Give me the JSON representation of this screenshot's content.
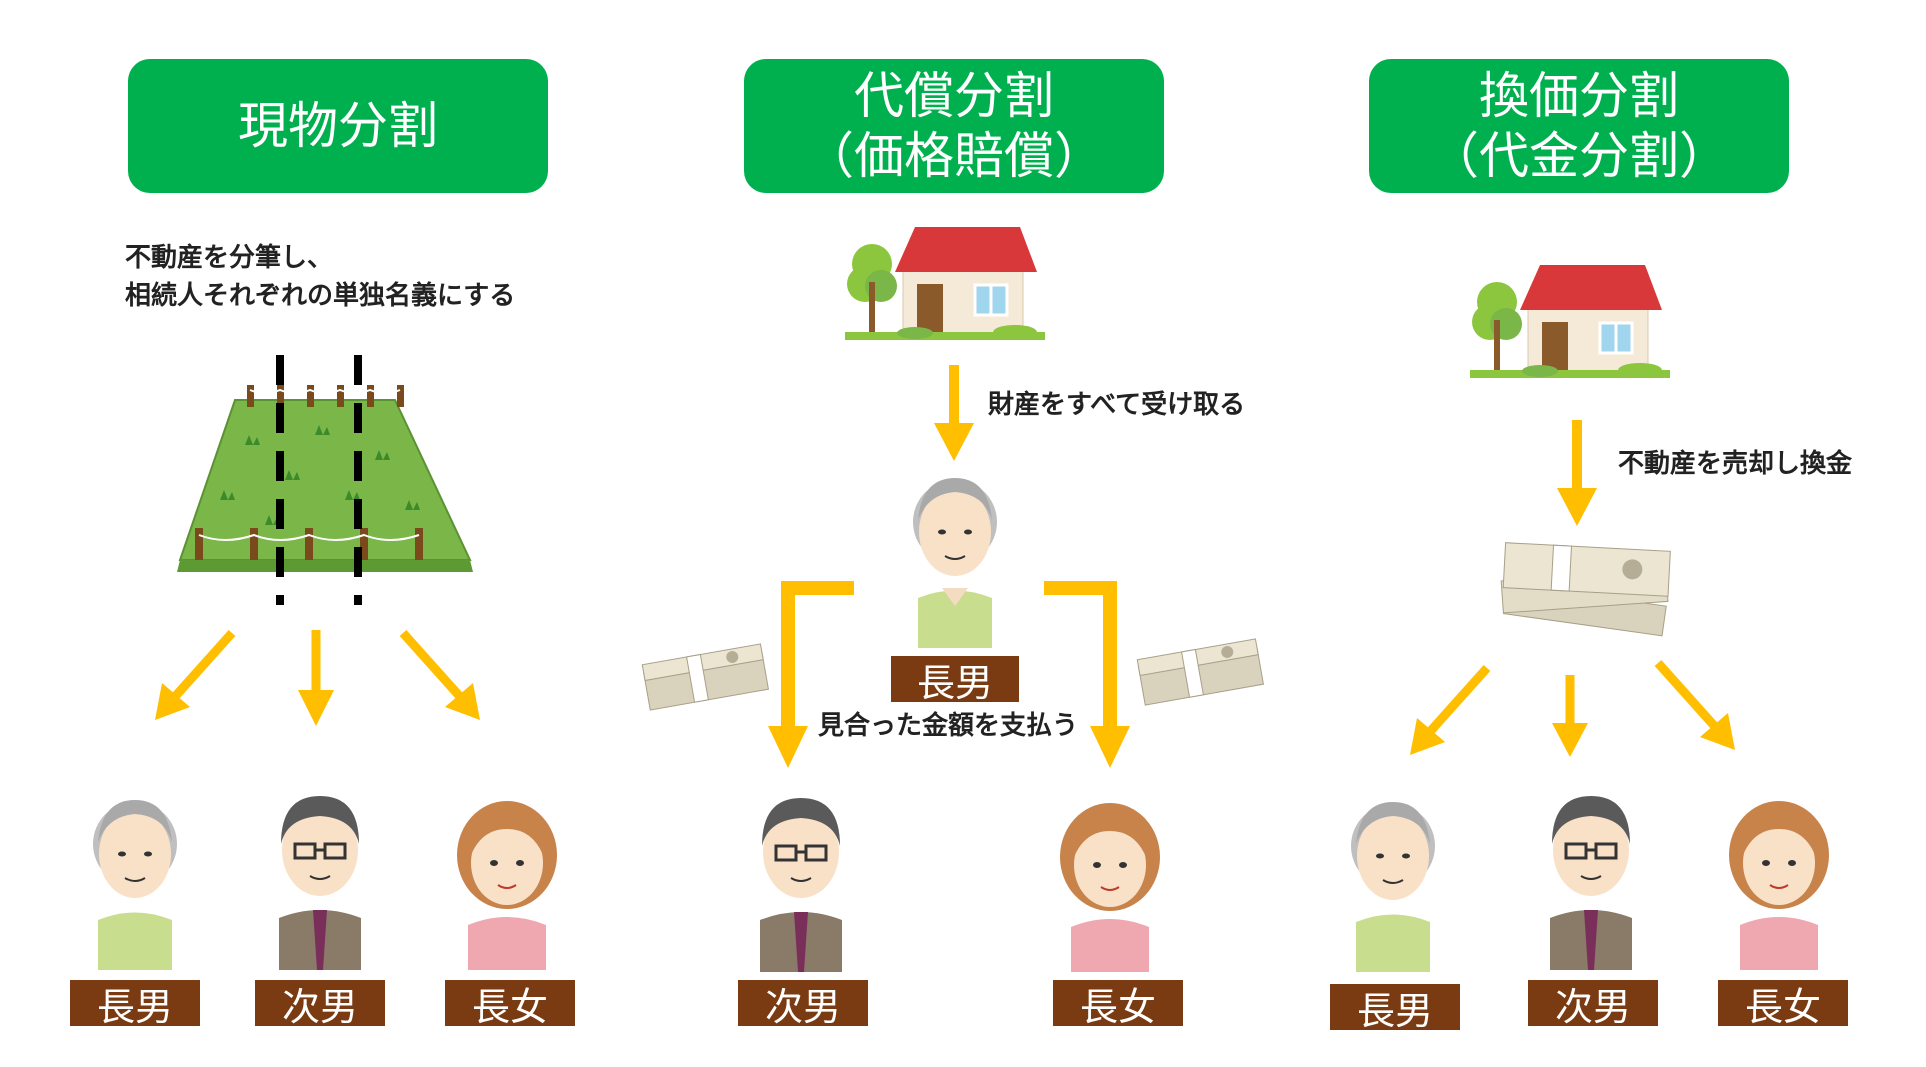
{
  "colors": {
    "header_green": "#00b04f",
    "label_brown": "#7b3b12",
    "arrow_yellow": "#ffbe00",
    "text_dark": "#222222"
  },
  "columns": [
    {
      "header_line1": "現物分割",
      "header_line2": "",
      "note_line1": "不動産を分筆し、",
      "note_line2": "相続人それぞれの単独名義にする",
      "heirs": [
        "長男",
        "次男",
        "長女"
      ]
    },
    {
      "header_line1": "代償分割",
      "header_line2": "（価格賠償）",
      "note": "財産をすべて受け取る",
      "receiver": "長男",
      "payment_note": "見合った金額を支払う",
      "heirs": [
        "次男",
        "長女"
      ]
    },
    {
      "header_line1": "換価分割",
      "header_line2": "（代金分割）",
      "note": "不動産を売却し換金",
      "heirs": [
        "長男",
        "次男",
        "長女"
      ]
    }
  ]
}
